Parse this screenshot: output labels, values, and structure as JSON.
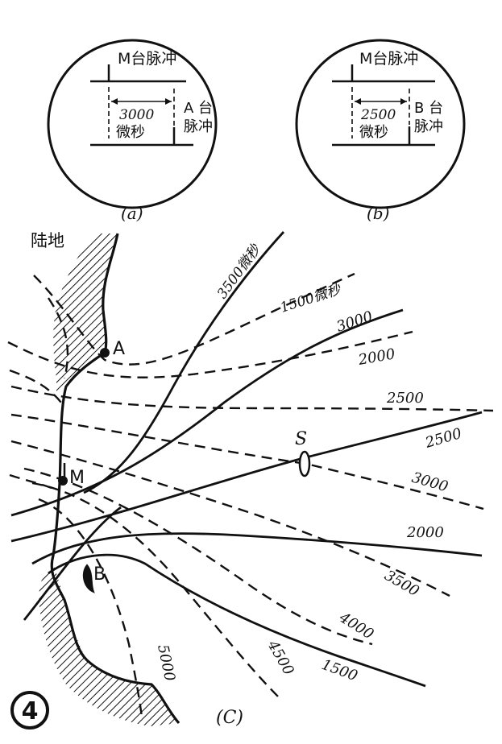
{
  "figure_number": "4",
  "scope_a": {
    "caption": "(a)",
    "top_label": "M台脉冲",
    "delay_value": "3000",
    "delay_unit": "微秒",
    "side_label_1": "A 台",
    "side_label_2": "脉冲"
  },
  "scope_b": {
    "caption": "(b)",
    "top_label": "M台脉冲",
    "delay_value": "2500",
    "delay_unit": "微秒",
    "side_label_1": "B 台",
    "side_label_2": "脉冲"
  },
  "map": {
    "caption": "(C)",
    "land_label": "陆地",
    "station_a": "A",
    "station_m": "M",
    "station_b": "B",
    "ship": "S",
    "solid_labels": {
      "l3500": "3500微秒",
      "l3000": "3000",
      "l2500": "2500",
      "l2000": "2000",
      "l1500": "1500"
    },
    "dashed_labels": {
      "l1500": "1500微秒",
      "l2000": "2000",
      "l2500": "2500",
      "l3000": "3000",
      "l3500": "3500",
      "l4000": "4000",
      "l4500": "4500",
      "l5000": "5000"
    }
  }
}
